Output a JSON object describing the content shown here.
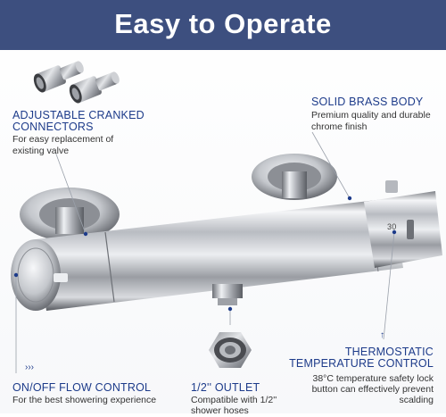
{
  "banner": {
    "title": "Easy to Operate",
    "color": "#3d4f7f"
  },
  "features": {
    "connectors": {
      "title_line1": "ADJUSTABLE CRANKED",
      "title_line2": "CONNECTORS",
      "desc_line1": "For easy replacement of",
      "desc_line2": "existing valve"
    },
    "body": {
      "title": "SOLID BRASS BODY",
      "desc_line1": "Premium quality and durable",
      "desc_line2": "chrome finish"
    },
    "flow": {
      "title": "ON/OFF FLOW CONTROL",
      "desc": "For the best showering experience"
    },
    "outlet": {
      "title": "1/2'' OUTLET",
      "desc_line1": "Compatible with 1/2''",
      "desc_line2": "shower hoses"
    },
    "thermo": {
      "title_line1": "THERMOSTATIC",
      "title_line2": "TEMPERATURE CONTROL",
      "desc_line1": "38°C temperature safety lock",
      "desc_line2": "button can effectively prevent",
      "desc_line3": "scalding"
    }
  },
  "dial_mark": "30",
  "heading_color": "#1d3b8a"
}
